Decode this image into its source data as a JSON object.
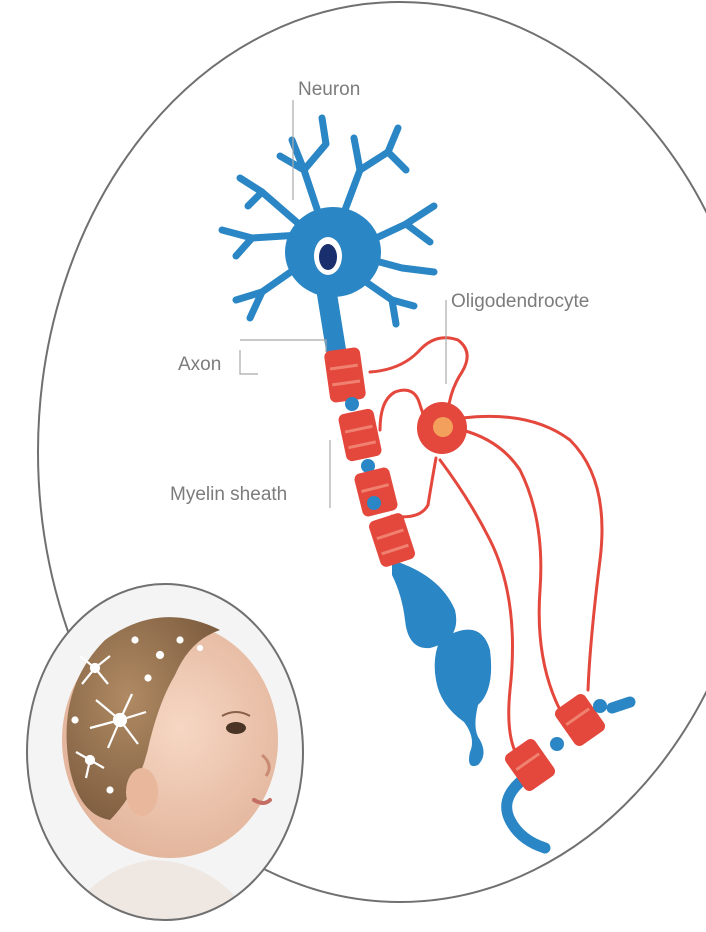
{
  "labels": {
    "neuron": "Neuron",
    "oligodendrocyte": "Oligodendrocyte",
    "axon": "Axon",
    "myelin_sheath": "Myelin sheath"
  },
  "colors": {
    "neuron_blue": "#2a86c4",
    "myelin_red": "#e4473c",
    "myelin_light": "#f0806f",
    "label_gray": "#7c7c7c",
    "outline": "#707070"
  }
}
